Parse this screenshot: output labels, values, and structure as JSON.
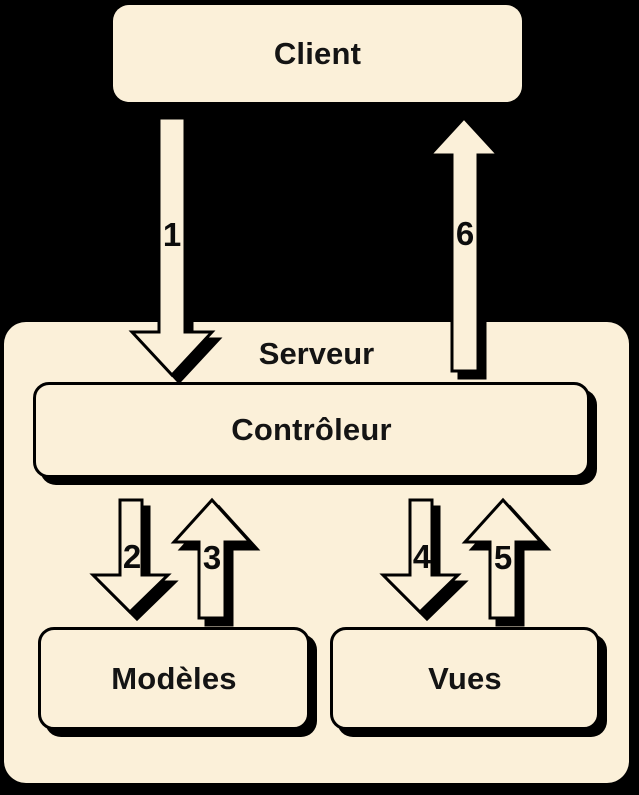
{
  "colors": {
    "background": "#000000",
    "box_fill": "#FBF0D9",
    "outline": "#000000",
    "text": "#141414"
  },
  "nodes": {
    "client": {
      "label": "Client"
    },
    "serveur": {
      "label": "Serveur"
    },
    "controleur": {
      "label": "Contrôleur"
    },
    "modeles": {
      "label": "Modèles"
    },
    "vues": {
      "label": "Vues"
    }
  },
  "arrows": [
    {
      "label": "1",
      "direction": "down",
      "from": "Client",
      "to": "Contrôleur"
    },
    {
      "label": "2",
      "direction": "down",
      "from": "Contrôleur",
      "to": "Modèles"
    },
    {
      "label": "3",
      "direction": "up",
      "from": "Modèles",
      "to": "Contrôleur"
    },
    {
      "label": "4",
      "direction": "down",
      "from": "Contrôleur",
      "to": "Vues"
    },
    {
      "label": "5",
      "direction": "up",
      "from": "Vues",
      "to": "Contrôleur"
    },
    {
      "label": "6",
      "direction": "up",
      "from": "Contrôleur",
      "to": "Client"
    }
  ]
}
